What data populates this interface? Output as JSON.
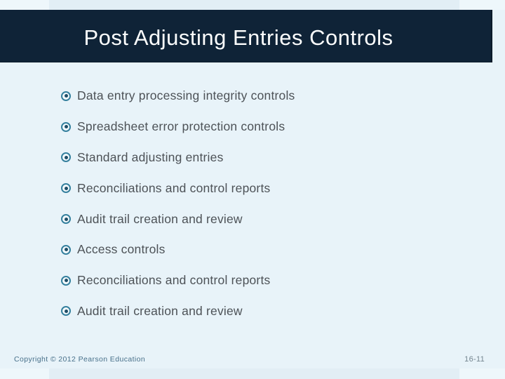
{
  "slide": {
    "title": "Post Adjusting Entries Controls",
    "bullets": [
      "Data entry processing integrity controls",
      "Spreadsheet error protection controls",
      "Standard adjusting entries",
      "Reconciliations and control reports",
      "Audit trail creation and review",
      "Access controls",
      "Reconciliations and control reports",
      "Audit trail creation and review"
    ],
    "footer": {
      "copyright": "Copyright © 2012 Pearson Education",
      "slide_number": "16-11"
    },
    "icons": {
      "bullet": "target-bullet-icon"
    },
    "colors": {
      "title_band": "#0f2337",
      "title_text": "#fdfefe",
      "background": "#e8f3f9",
      "edge_strip": "#e2eef5",
      "bullet_ring": "#35809e",
      "bullet_dot": "#1f4e68",
      "bullet_text": "#4d5257",
      "copyright_text": "#48708a",
      "slide_number_text": "#74858f"
    }
  }
}
